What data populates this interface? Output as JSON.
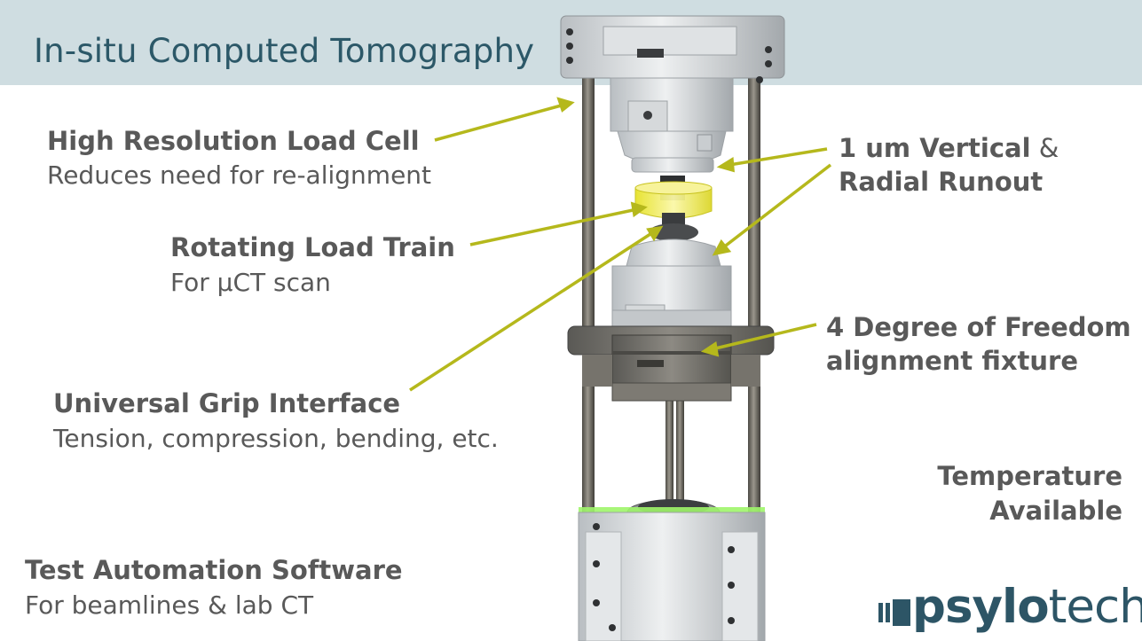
{
  "slide": {
    "title": "In-situ Computed Tomography"
  },
  "callouts": {
    "load_cell": {
      "heading": "High Resolution Load Cell",
      "detail": "Reduces need for re-alignment"
    },
    "runout": {
      "line1": "1 um Vertical",
      "amp": "&",
      "line2": "Radial Runout"
    },
    "load_train": {
      "heading": "Rotating Load Train",
      "detail": "For μCT scan"
    },
    "dof": {
      "line1": "4 Degree of Freedom",
      "line2": "alignment fixture"
    },
    "grip": {
      "heading": "Universal Grip Interface",
      "detail": "Tension, compression, bending, etc."
    },
    "temperature": {
      "line1": "Temperature",
      "line2": "Available"
    },
    "software": {
      "heading": "Test Automation Software",
      "detail": "For beamlines & lab CT"
    }
  },
  "logo": {
    "part1": "psylo",
    "part2": "tech"
  },
  "colors": {
    "title_bar": "#cfdde1",
    "title_text": "#2c5868",
    "label_text": "#595959",
    "arrow": "#b5b81c",
    "logo_text": "#2d5566",
    "glow": "#9ef56a"
  }
}
